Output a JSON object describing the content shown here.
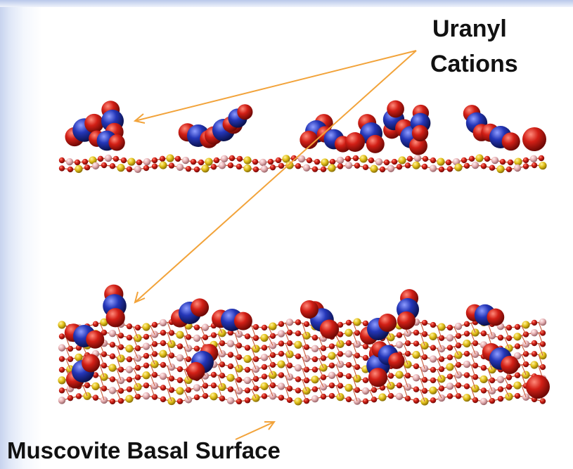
{
  "labels": {
    "uranyl_line1": "Uranyl",
    "uranyl_line2": "Cations",
    "surface": "Muscovite Basal Surface"
  },
  "colors": {
    "oxygen": "#d21f16",
    "uranium": "#2436b8",
    "silicon": "#e3c21a",
    "aluminum": "#e8b3b6",
    "bond": "#c85a3a",
    "arrow": "#f2a33a",
    "background_edge": "#c7d3ee"
  }
}
